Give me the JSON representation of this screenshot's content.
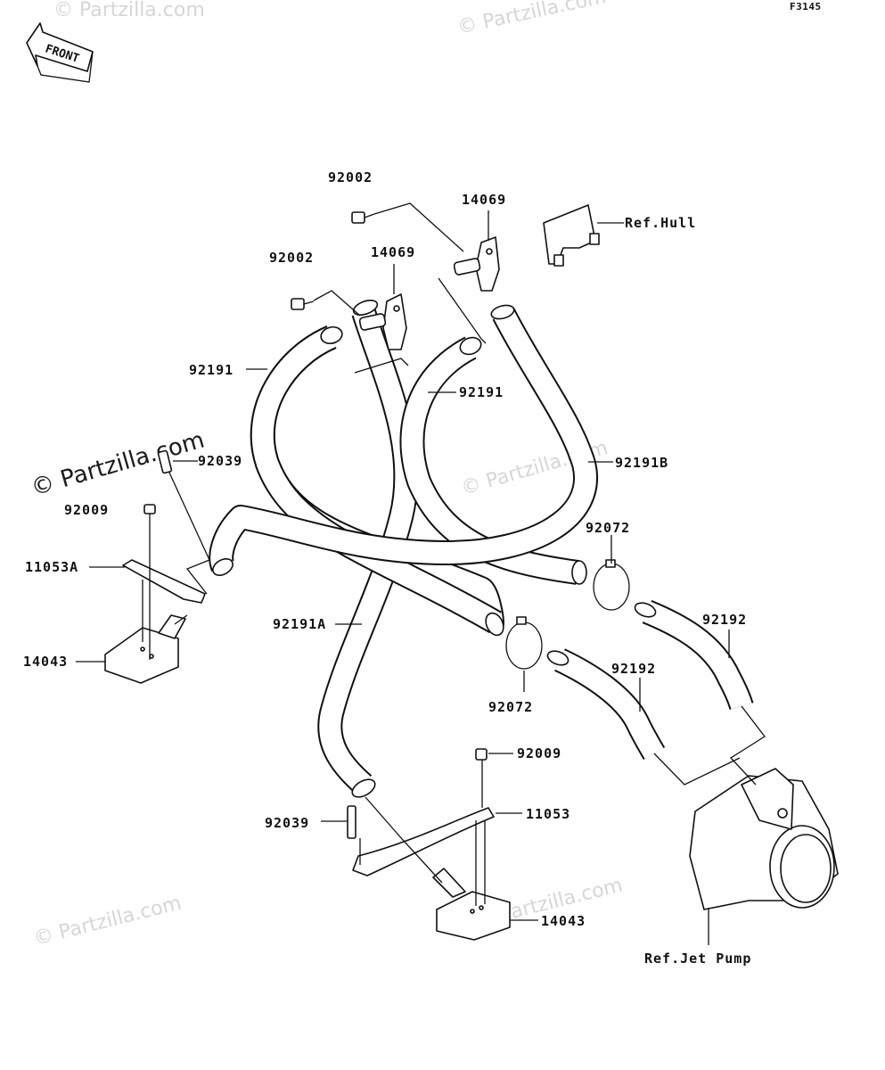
{
  "figure_code": "F3145",
  "front_label": "FRONT",
  "watermarks": {
    "main": "© Partzilla.com",
    "faint": "© Partzilla.com"
  },
  "references": {
    "hull": "Ref.Hull",
    "jet_pump": "Ref.Jet Pump"
  },
  "part_labels": {
    "p92002_top": "92002",
    "p14069_top": "14069",
    "p92002_mid": "92002",
    "p14069_mid": "14069",
    "p92191_left": "92191",
    "p92191_mid": "92191",
    "p92191B": "92191B",
    "p92039_upper": "92039",
    "p92009_upper": "92009",
    "p11053A": "11053A",
    "p14043_left": "14043",
    "p92072_right": "92072",
    "p92191A": "92191A",
    "p92192_right": "92192",
    "p92192_left": "92192",
    "p92072_center": "92072",
    "p92009_lower": "92009",
    "p11053": "11053",
    "p92039_lower": "92039",
    "p14043_lower": "14043"
  }
}
